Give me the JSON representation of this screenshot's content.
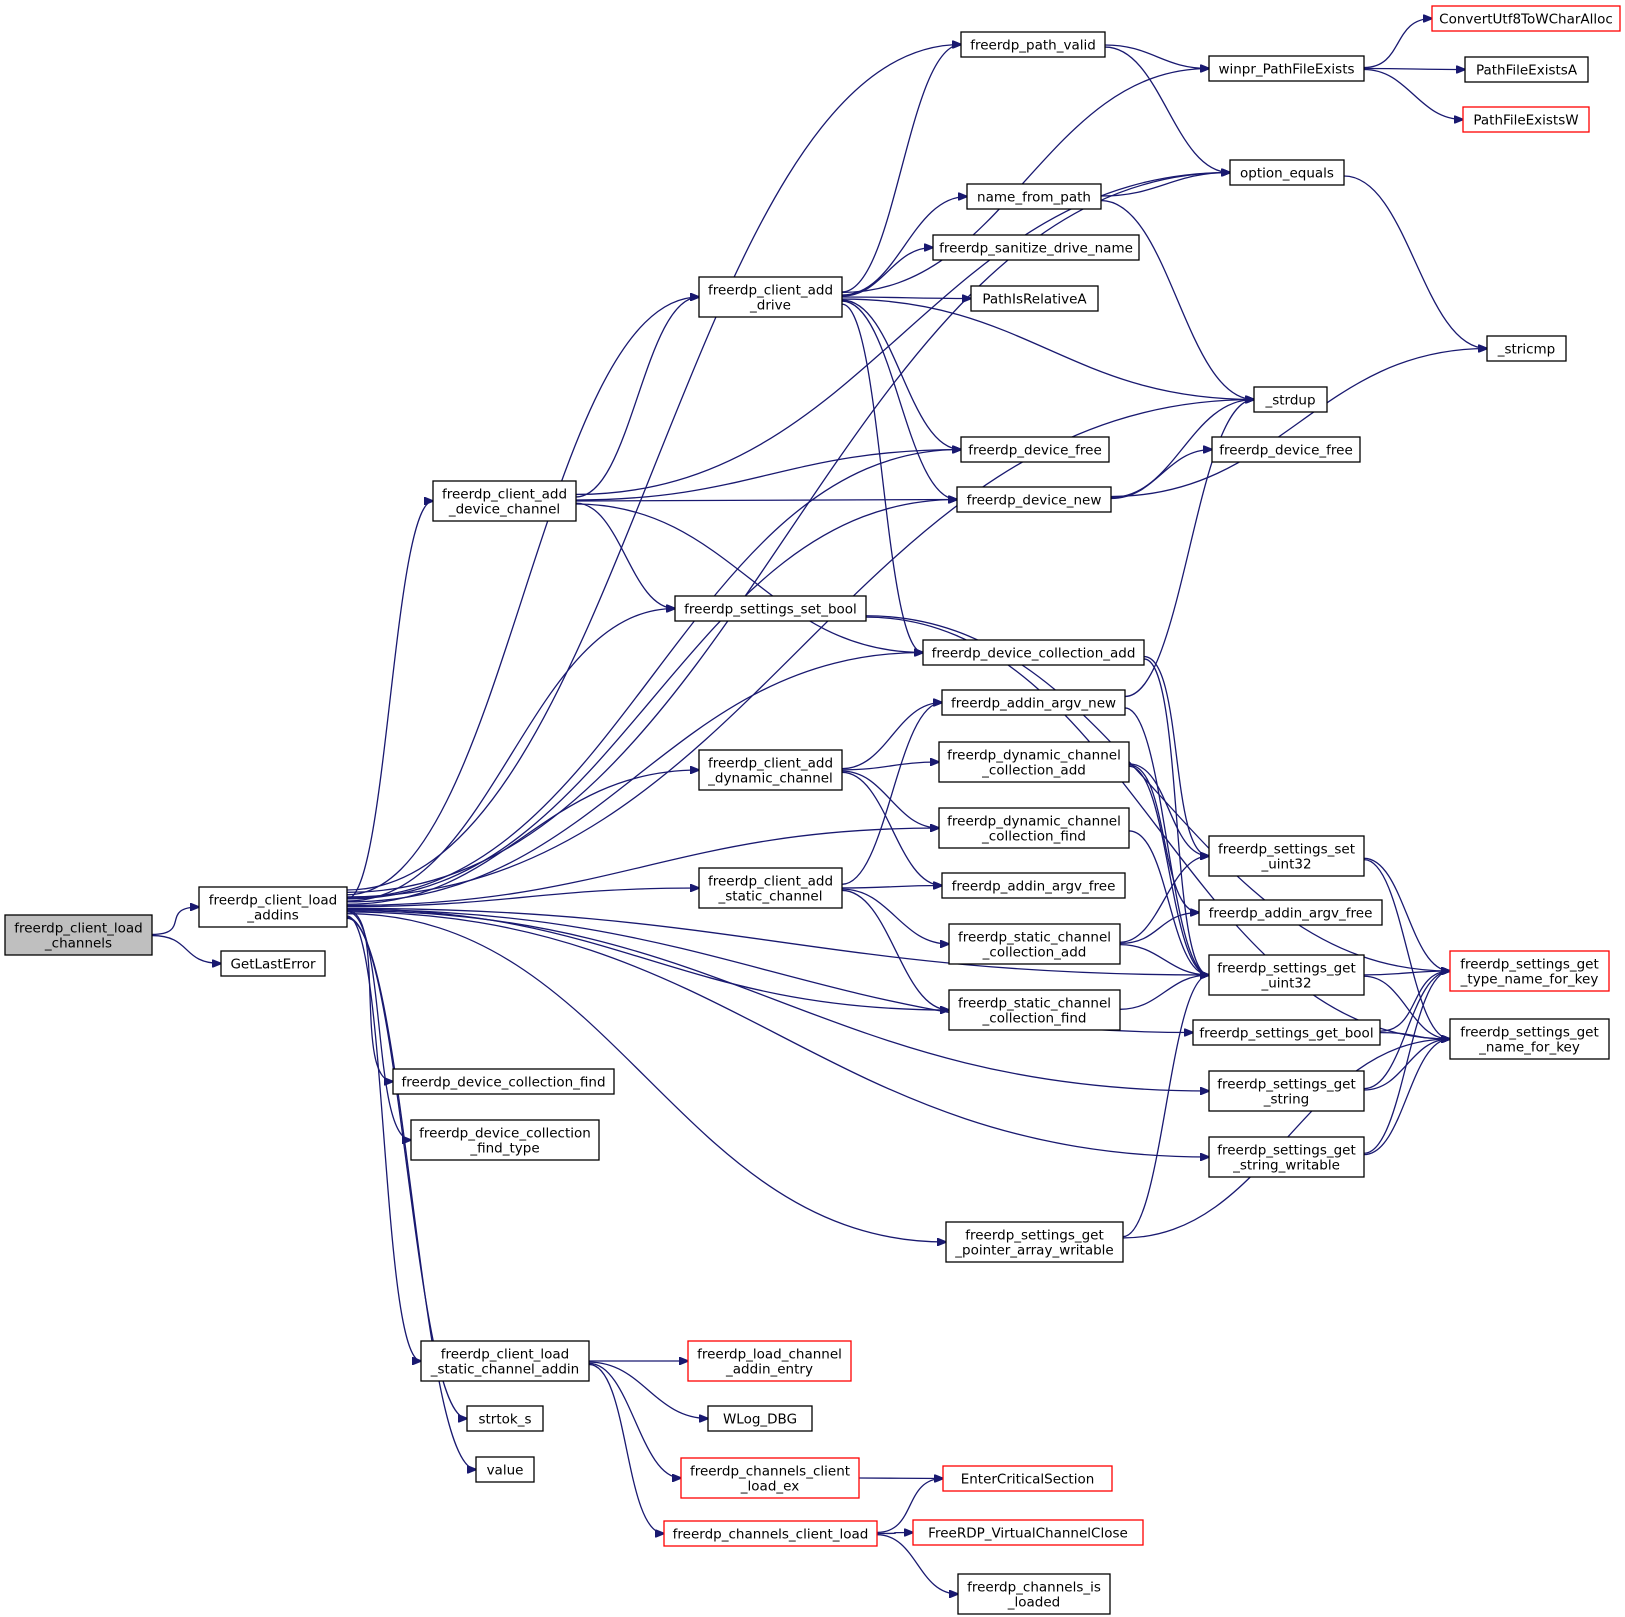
{
  "colors": {
    "edge": "#191970",
    "border": "#000000",
    "external_border": "#ff0000",
    "focus_fill": "#bfbfbf",
    "fill": "#ffffff"
  },
  "nodes": {
    "root": {
      "lines": [
        "freerdp_client_load",
        "_channels"
      ],
      "kind": "focus"
    },
    "load_addins": {
      "lines": [
        "freerdp_client_load",
        "_addins"
      ],
      "kind": "normal"
    },
    "getlasterror": {
      "lines": [
        "GetLastError"
      ],
      "kind": "normal"
    },
    "path_valid": {
      "lines": [
        "freerdp_path_valid"
      ],
      "kind": "normal"
    },
    "winpr_pfe": {
      "lines": [
        "winpr_PathFileExists"
      ],
      "kind": "normal"
    },
    "convert_utf8": {
      "lines": [
        "ConvertUtf8ToWCharAlloc"
      ],
      "kind": "external"
    },
    "pfe_a": {
      "lines": [
        "PathFileExistsA"
      ],
      "kind": "normal"
    },
    "pfe_w": {
      "lines": [
        "PathFileExistsW"
      ],
      "kind": "external"
    },
    "option_equals": {
      "lines": [
        "option_equals"
      ],
      "kind": "normal"
    },
    "name_from_path": {
      "lines": [
        "name_from_path"
      ],
      "kind": "normal"
    },
    "sanitize": {
      "lines": [
        "freerdp_sanitize_drive_name"
      ],
      "kind": "normal"
    },
    "add_drive": {
      "lines": [
        "freerdp_client_add",
        "_drive"
      ],
      "kind": "normal"
    },
    "pathisrel": {
      "lines": [
        "PathIsRelativeA"
      ],
      "kind": "normal"
    },
    "stricmp": {
      "lines": [
        "_stricmp"
      ],
      "kind": "normal"
    },
    "strdup": {
      "lines": [
        "_strdup"
      ],
      "kind": "normal"
    },
    "device_free": {
      "lines": [
        "freerdp_device_free"
      ],
      "kind": "normal"
    },
    "device_free2": {
      "lines": [
        "freerdp_device_free"
      ],
      "kind": "normal"
    },
    "add_device_channel": {
      "lines": [
        "freerdp_client_add",
        "_device_channel"
      ],
      "kind": "normal"
    },
    "device_new": {
      "lines": [
        "freerdp_device_new"
      ],
      "kind": "normal"
    },
    "set_bool": {
      "lines": [
        "freerdp_settings_set_bool"
      ],
      "kind": "normal"
    },
    "dev_coll_add": {
      "lines": [
        "freerdp_device_collection_add"
      ],
      "kind": "normal"
    },
    "argv_new": {
      "lines": [
        "freerdp_addin_argv_new"
      ],
      "kind": "normal"
    },
    "add_dyn": {
      "lines": [
        "freerdp_client_add",
        "_dynamic_channel"
      ],
      "kind": "normal"
    },
    "dyn_coll_add": {
      "lines": [
        "freerdp_dynamic_channel",
        "_collection_add"
      ],
      "kind": "normal"
    },
    "dyn_coll_find": {
      "lines": [
        "freerdp_dynamic_channel",
        "_collection_find"
      ],
      "kind": "normal"
    },
    "set_uint32": {
      "lines": [
        "freerdp_settings_set",
        "_uint32"
      ],
      "kind": "normal"
    },
    "add_static": {
      "lines": [
        "freerdp_client_add",
        "_static_channel"
      ],
      "kind": "normal"
    },
    "argv_free1": {
      "lines": [
        "freerdp_addin_argv_free"
      ],
      "kind": "normal"
    },
    "argv_free2": {
      "lines": [
        "freerdp_addin_argv_free"
      ],
      "kind": "normal"
    },
    "static_coll_add": {
      "lines": [
        "freerdp_static_channel",
        "_collection_add"
      ],
      "kind": "normal"
    },
    "get_uint32": {
      "lines": [
        "freerdp_settings_get",
        "_uint32"
      ],
      "kind": "normal"
    },
    "type_name": {
      "lines": [
        "freerdp_settings_get",
        "_type_name_for_key"
      ],
      "kind": "external"
    },
    "static_coll_find": {
      "lines": [
        "freerdp_static_channel",
        "_collection_find"
      ],
      "kind": "normal"
    },
    "get_bool": {
      "lines": [
        "freerdp_settings_get_bool"
      ],
      "kind": "normal"
    },
    "name_for_key": {
      "lines": [
        "freerdp_settings_get",
        "_name_for_key"
      ],
      "kind": "normal"
    },
    "dev_coll_find": {
      "lines": [
        "freerdp_device_collection_find"
      ],
      "kind": "normal"
    },
    "get_string": {
      "lines": [
        "freerdp_settings_get",
        "_string"
      ],
      "kind": "normal"
    },
    "dev_coll_find_type": {
      "lines": [
        "freerdp_device_collection",
        "_find_type"
      ],
      "kind": "normal"
    },
    "get_string_w": {
      "lines": [
        "freerdp_settings_get",
        "_string_writable"
      ],
      "kind": "normal"
    },
    "get_ptr_arr": {
      "lines": [
        "freerdp_settings_get",
        "_pointer_array_writable"
      ],
      "kind": "normal"
    },
    "load_static_addin": {
      "lines": [
        "freerdp_client_load",
        "_static_channel_addin"
      ],
      "kind": "normal"
    },
    "load_channel_entry": {
      "lines": [
        "freerdp_load_channel",
        "_addin_entry"
      ],
      "kind": "external"
    },
    "wlog": {
      "lines": [
        "WLog_DBG"
      ],
      "kind": "normal"
    },
    "strtok": {
      "lines": [
        "strtok_s"
      ],
      "kind": "normal"
    },
    "value": {
      "lines": [
        "value"
      ],
      "kind": "normal"
    },
    "ch_load_ex": {
      "lines": [
        "freerdp_channels_client",
        "_load_ex"
      ],
      "kind": "external"
    },
    "enter_cs": {
      "lines": [
        "EnterCriticalSection"
      ],
      "kind": "external"
    },
    "ch_load": {
      "lines": [
        "freerdp_channels_client_load"
      ],
      "kind": "external"
    },
    "vc_close": {
      "lines": [
        "FreeRDP_VirtualChannelClose"
      ],
      "kind": "external"
    },
    "ch_is_loaded": {
      "lines": [
        "freerdp_channels_is",
        "_loaded"
      ],
      "kind": "normal"
    }
  },
  "edges": [
    [
      "root",
      "load_addins"
    ],
    [
      "root",
      "getlasterror"
    ],
    [
      "load_addins",
      "path_valid"
    ],
    [
      "load_addins",
      "add_drive"
    ],
    [
      "load_addins",
      "option_equals"
    ],
    [
      "load_addins",
      "strdup"
    ],
    [
      "load_addins",
      "device_free"
    ],
    [
      "load_addins",
      "add_device_channel"
    ],
    [
      "load_addins",
      "device_new"
    ],
    [
      "load_addins",
      "set_bool"
    ],
    [
      "load_addins",
      "dev_coll_add"
    ],
    [
      "load_addins",
      "add_dyn"
    ],
    [
      "load_addins",
      "dyn_coll_find"
    ],
    [
      "load_addins",
      "add_static"
    ],
    [
      "load_addins",
      "static_coll_find"
    ],
    [
      "load_addins",
      "get_uint32"
    ],
    [
      "load_addins",
      "get_bool"
    ],
    [
      "load_addins",
      "dev_coll_find"
    ],
    [
      "load_addins",
      "dev_coll_find_type"
    ],
    [
      "load_addins",
      "get_string"
    ],
    [
      "load_addins",
      "get_ptr_arr"
    ],
    [
      "load_addins",
      "get_string_w"
    ],
    [
      "load_addins",
      "load_static_addin"
    ],
    [
      "load_addins",
      "strtok"
    ],
    [
      "load_addins",
      "value"
    ],
    [
      "path_valid",
      "winpr_pfe"
    ],
    [
      "path_valid",
      "option_equals"
    ],
    [
      "winpr_pfe",
      "convert_utf8"
    ],
    [
      "winpr_pfe",
      "pfe_a"
    ],
    [
      "winpr_pfe",
      "pfe_w"
    ],
    [
      "option_equals",
      "stricmp"
    ],
    [
      "name_from_path",
      "option_equals"
    ],
    [
      "name_from_path",
      "strdup"
    ],
    [
      "add_drive",
      "path_valid"
    ],
    [
      "add_drive",
      "winpr_pfe"
    ],
    [
      "add_drive",
      "name_from_path"
    ],
    [
      "add_drive",
      "sanitize"
    ],
    [
      "add_drive",
      "pathisrel"
    ],
    [
      "add_drive",
      "strdup"
    ],
    [
      "add_drive",
      "device_free"
    ],
    [
      "add_drive",
      "device_new"
    ],
    [
      "add_drive",
      "dev_coll_add"
    ],
    [
      "add_device_channel",
      "option_equals"
    ],
    [
      "add_device_channel",
      "add_drive"
    ],
    [
      "add_device_channel",
      "device_free"
    ],
    [
      "add_device_channel",
      "device_new"
    ],
    [
      "add_device_channel",
      "set_bool"
    ],
    [
      "add_device_channel",
      "dev_coll_add"
    ],
    [
      "device_new",
      "strdup"
    ],
    [
      "device_new",
      "device_free2"
    ],
    [
      "device_new",
      "stricmp"
    ],
    [
      "set_bool",
      "type_name"
    ],
    [
      "set_bool",
      "name_for_key"
    ],
    [
      "dev_coll_add",
      "set_uint32"
    ],
    [
      "dev_coll_add",
      "get_uint32"
    ],
    [
      "argv_new",
      "strdup"
    ],
    [
      "argv_new",
      "get_uint32"
    ],
    [
      "add_dyn",
      "argv_new"
    ],
    [
      "add_dyn",
      "dyn_coll_add"
    ],
    [
      "add_dyn",
      "dyn_coll_find"
    ],
    [
      "add_dyn",
      "argv_free1"
    ],
    [
      "dyn_coll_add",
      "set_uint32"
    ],
    [
      "dyn_coll_add",
      "argv_free2"
    ],
    [
      "dyn_coll_add",
      "get_uint32"
    ],
    [
      "dyn_coll_find",
      "get_uint32"
    ],
    [
      "add_static",
      "argv_new"
    ],
    [
      "add_static",
      "argv_free1"
    ],
    [
      "add_static",
      "static_coll_add"
    ],
    [
      "add_static",
      "static_coll_find"
    ],
    [
      "static_coll_add",
      "set_uint32"
    ],
    [
      "static_coll_add",
      "argv_free2"
    ],
    [
      "static_coll_add",
      "get_uint32"
    ],
    [
      "static_coll_find",
      "get_uint32"
    ],
    [
      "set_uint32",
      "type_name"
    ],
    [
      "set_uint32",
      "name_for_key"
    ],
    [
      "get_uint32",
      "type_name"
    ],
    [
      "get_uint32",
      "name_for_key"
    ],
    [
      "get_bool",
      "type_name"
    ],
    [
      "get_bool",
      "name_for_key"
    ],
    [
      "get_string",
      "type_name"
    ],
    [
      "get_string",
      "name_for_key"
    ],
    [
      "get_string_w",
      "type_name"
    ],
    [
      "get_string_w",
      "name_for_key"
    ],
    [
      "get_ptr_arr",
      "get_uint32"
    ],
    [
      "get_ptr_arr",
      "name_for_key"
    ],
    [
      "load_static_addin",
      "load_channel_entry"
    ],
    [
      "load_static_addin",
      "wlog"
    ],
    [
      "load_static_addin",
      "ch_load_ex"
    ],
    [
      "load_static_addin",
      "ch_load"
    ],
    [
      "ch_load_ex",
      "enter_cs"
    ],
    [
      "ch_load",
      "enter_cs"
    ],
    [
      "ch_load",
      "vc_close"
    ],
    [
      "ch_load",
      "ch_is_loaded"
    ]
  ]
}
